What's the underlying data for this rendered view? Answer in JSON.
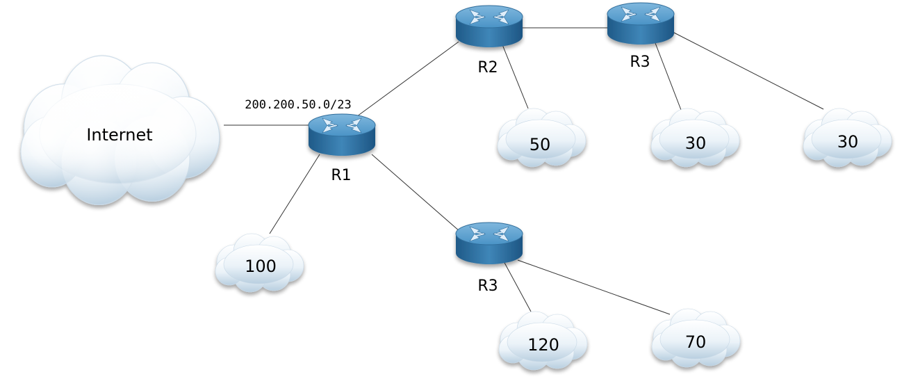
{
  "internet": {
    "label": "Internet"
  },
  "address_block": {
    "label": "200.200.50.0/23"
  },
  "routers": {
    "r1": {
      "label": "R1"
    },
    "r2": {
      "label": "R2"
    },
    "r3_top": {
      "label": "R3"
    },
    "r3_bottom": {
      "label": "R3"
    }
  },
  "subnets": {
    "s50": {
      "label": "50"
    },
    "s30a": {
      "label": "30"
    },
    "s30b": {
      "label": "30"
    },
    "s100": {
      "label": "100"
    },
    "s120": {
      "label": "120"
    },
    "s70": {
      "label": "70"
    }
  }
}
